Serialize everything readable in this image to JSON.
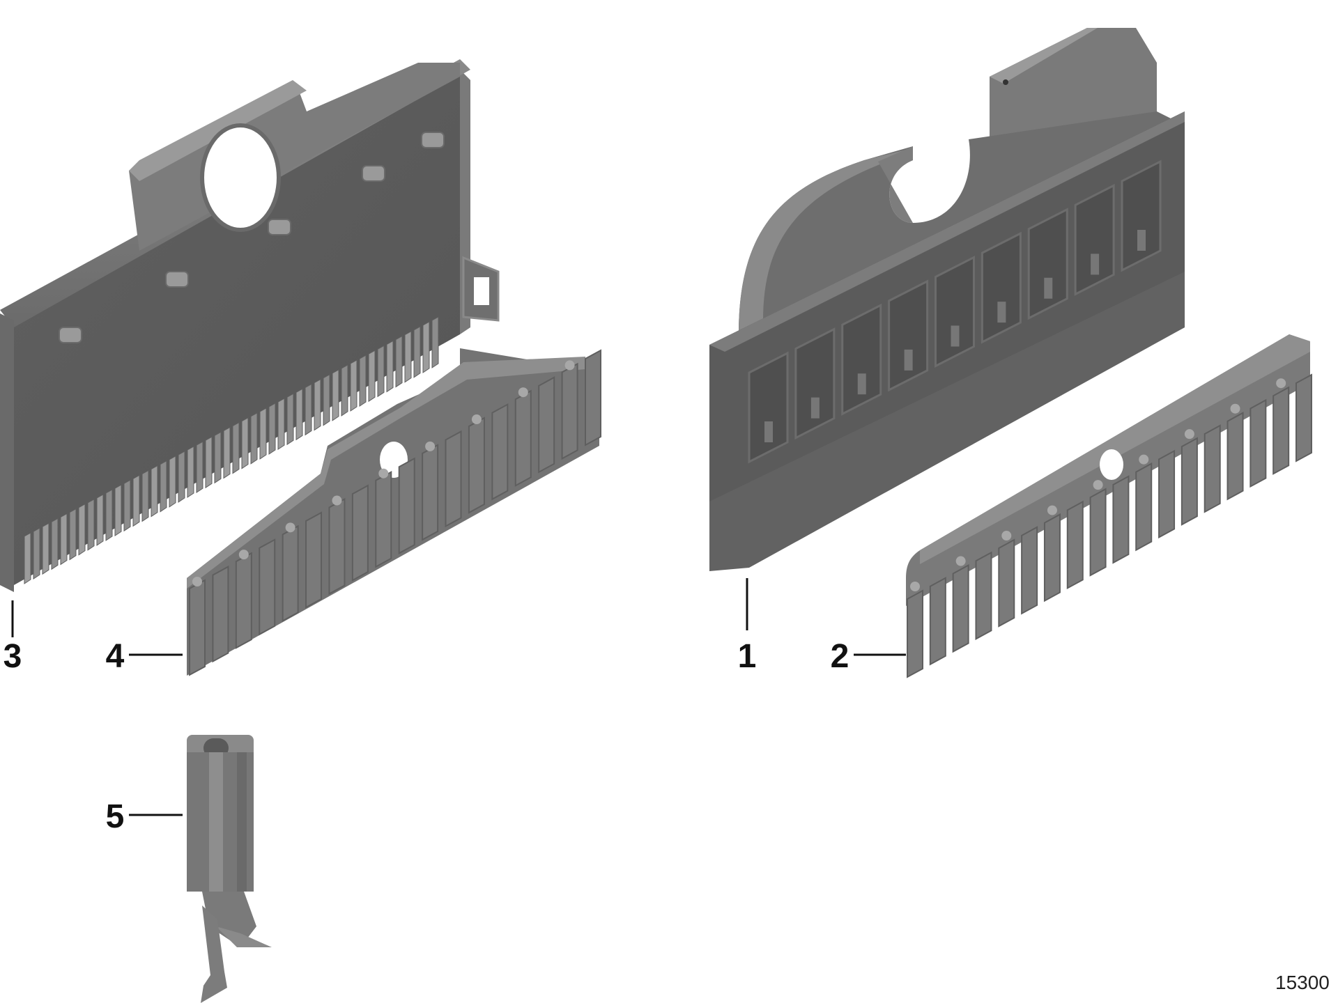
{
  "diagram": {
    "callouts": [
      {
        "id": "1",
        "label": "1"
      },
      {
        "id": "2",
        "label": "2"
      },
      {
        "id": "3",
        "label": "3"
      },
      {
        "id": "4",
        "label": "4"
      },
      {
        "id": "5",
        "label": "5"
      }
    ],
    "diagram_number": "15300",
    "colors": {
      "part_dark": "#555555",
      "part_mid": "#666666",
      "part_light": "#777777",
      "part_edge": "#8a8a8a",
      "background": "#ffffff"
    }
  }
}
